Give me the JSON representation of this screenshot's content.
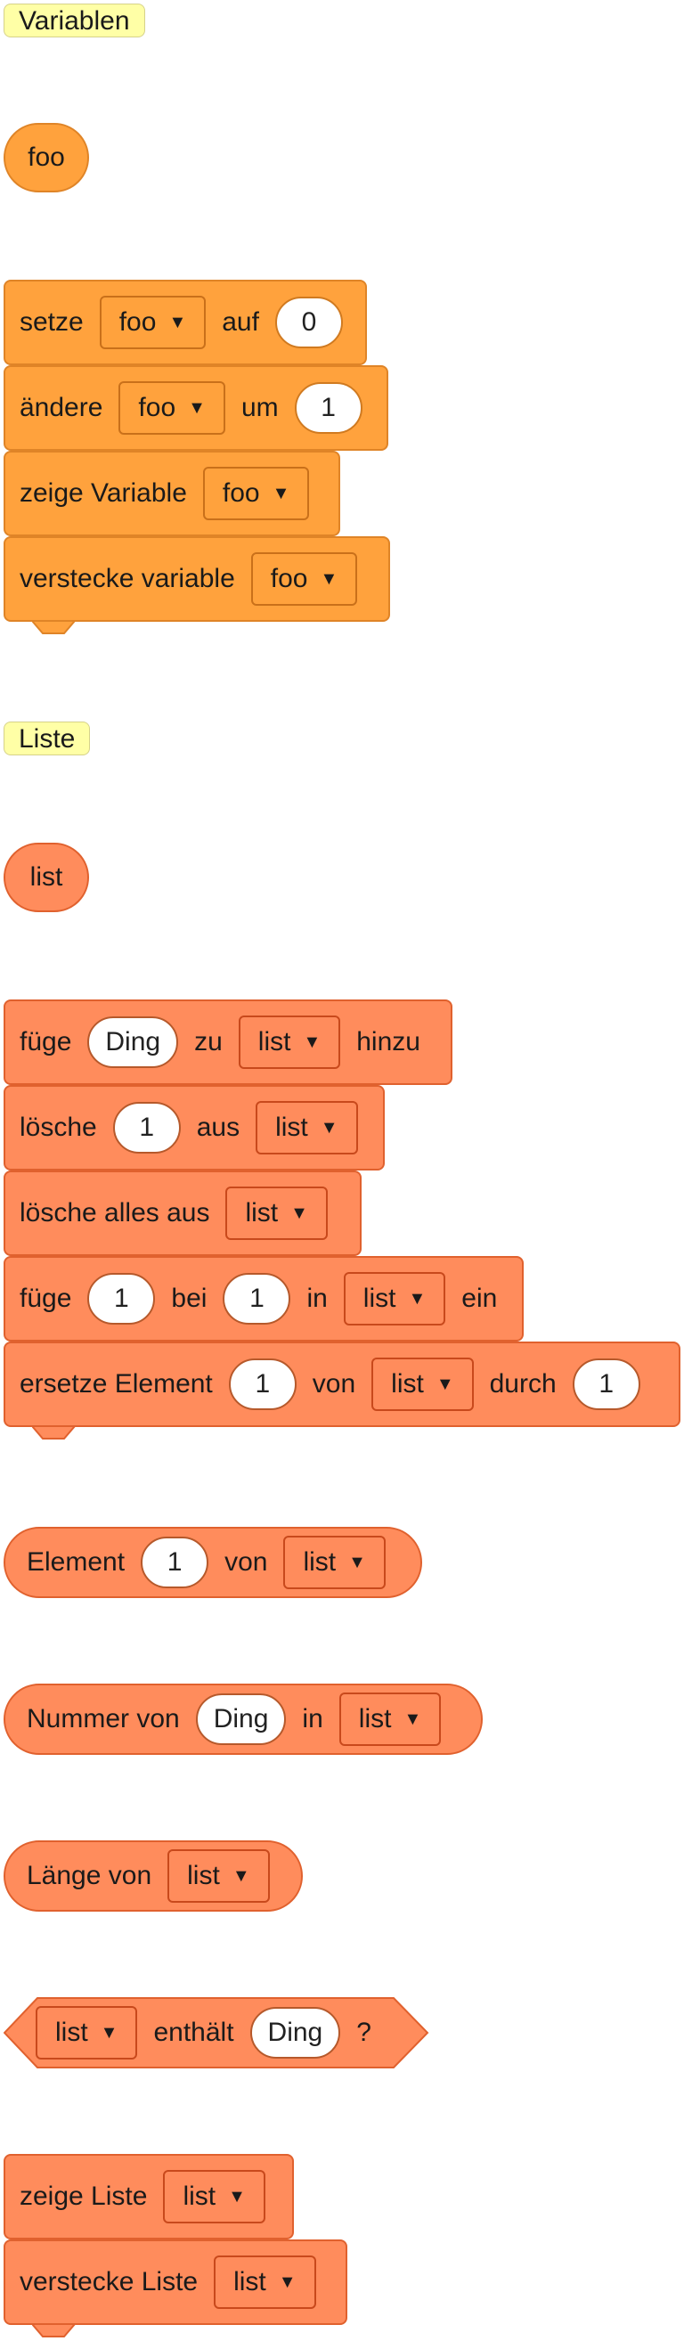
{
  "categories": {
    "variables": "Variablen",
    "lists": "Liste"
  },
  "colors": {
    "variable_block": "#ffa23d",
    "list_block": "#ff8c5c",
    "category_label": "#ffffa6",
    "input_background": "#ffffff"
  },
  "variables": {
    "reporter": "foo",
    "set": {
      "label": "setze",
      "var": "foo",
      "mid": "auf",
      "value": "0"
    },
    "change": {
      "label": "ändere",
      "var": "foo",
      "mid": "um",
      "value": "1"
    },
    "show": {
      "label": "zeige Variable",
      "var": "foo"
    },
    "hide": {
      "label": "verstecke variable",
      "var": "foo"
    }
  },
  "lists": {
    "reporter": "list",
    "add": {
      "label": "füge",
      "value": "Ding",
      "mid": "zu",
      "list": "list",
      "end": "hinzu"
    },
    "delete": {
      "label": "lösche",
      "value": "1",
      "mid": "aus",
      "list": "list"
    },
    "delete_all": {
      "label": "lösche alles aus",
      "list": "list"
    },
    "insert": {
      "label": "füge",
      "value": "1",
      "mid": "bei",
      "index": "1",
      "mid2": "in",
      "list": "list",
      "end": "ein"
    },
    "replace": {
      "label": "ersetze Element",
      "index": "1",
      "mid": "von",
      "list": "list",
      "mid2": "durch",
      "value": "1"
    },
    "item": {
      "label": "Element",
      "index": "1",
      "mid": "von",
      "list": "list"
    },
    "item_num": {
      "label": "Nummer von",
      "value": "Ding",
      "mid": "in",
      "list": "list"
    },
    "length": {
      "label": "Länge von",
      "list": "list"
    },
    "contains": {
      "list": "list",
      "mid": "enthält",
      "value": "Ding",
      "end": "?"
    },
    "show": {
      "label": "zeige Liste",
      "list": "list"
    },
    "hide": {
      "label": "verstecke Liste",
      "list": "list"
    }
  },
  "icons": {
    "dropdown": "caret-down-icon"
  }
}
